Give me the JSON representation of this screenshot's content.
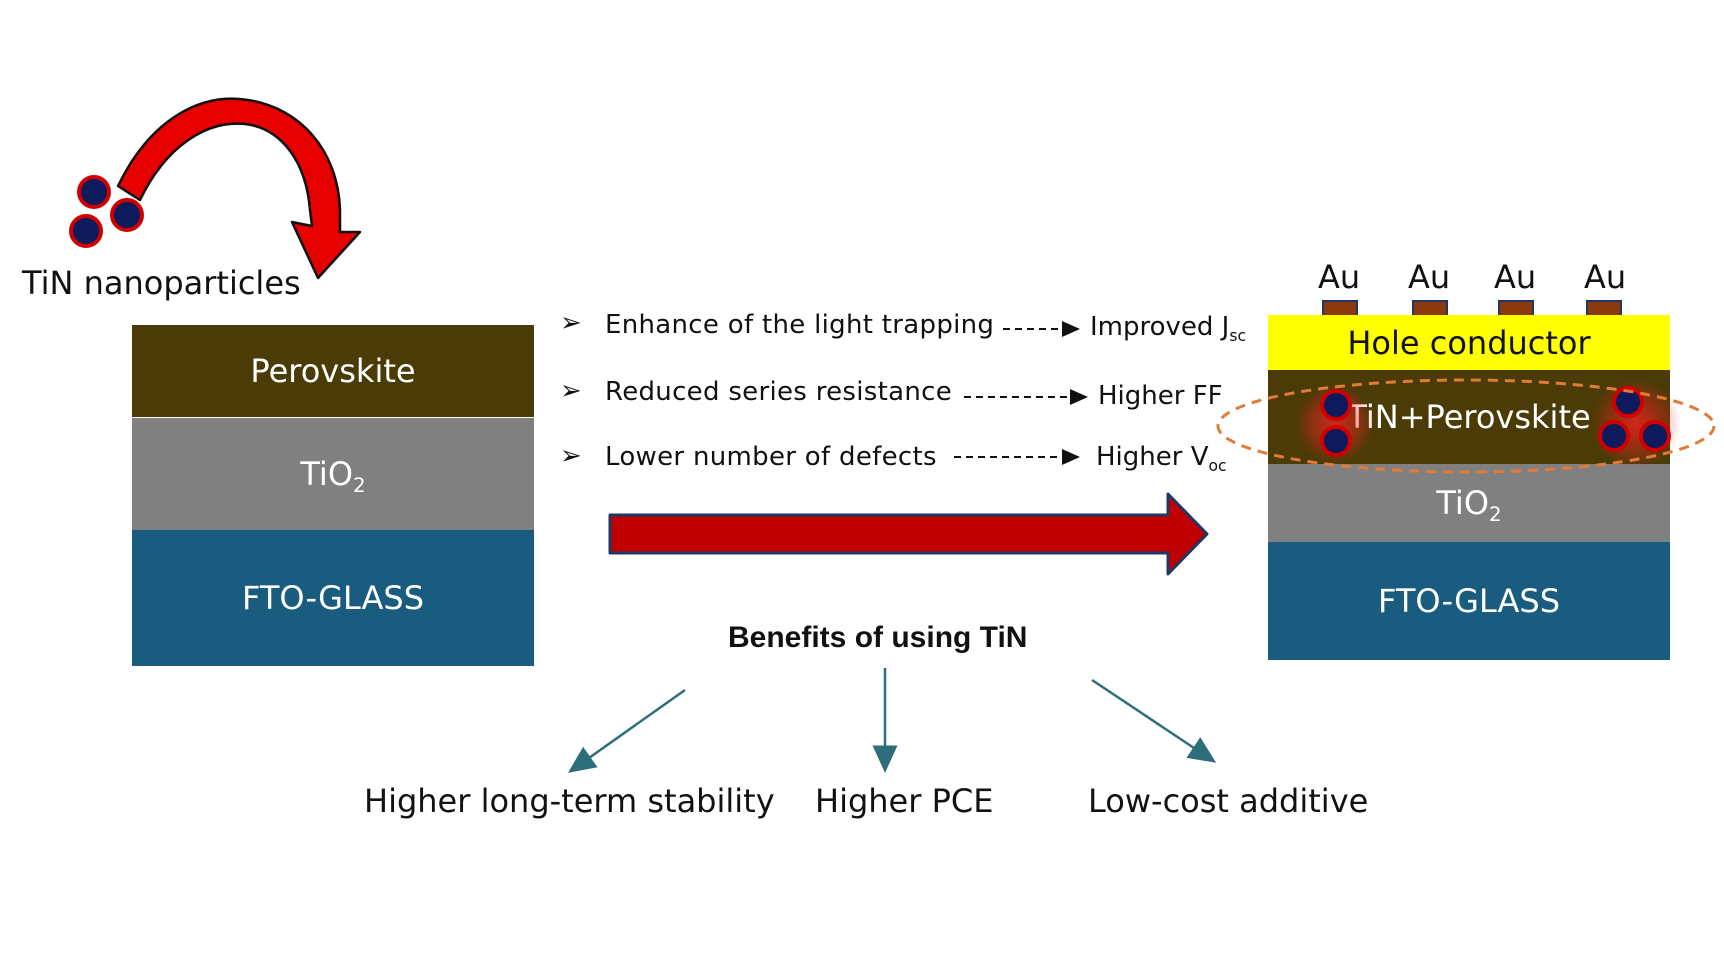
{
  "left_stack": {
    "nanoparticles_label": "TiN nanoparticles",
    "layers": {
      "perovskite": "Perovskite",
      "tio2_base": "TiO",
      "tio2_sub": "2",
      "fto": "FTO-GLASS"
    }
  },
  "benefits": {
    "bullet_glyph": "➢",
    "rows": [
      {
        "cause": "Enhance of the light trapping",
        "effect_base": "Improved J",
        "effect_sub": "sc"
      },
      {
        "cause": "Reduced series resistance",
        "effect_base": "Higher FF",
        "effect_sub": ""
      },
      {
        "cause": "Lower number of defects",
        "effect_base": "Higher V",
        "effect_sub": "oc"
      }
    ],
    "title": "Benefits of using TiN",
    "outcomes": [
      "Higher long-term stability",
      "Higher PCE",
      "Low-cost additive"
    ]
  },
  "right_stack": {
    "contacts": [
      "Au",
      "Au",
      "Au",
      "Au"
    ],
    "layers": {
      "hole_conductor": "Hole conductor",
      "tin_perovskite": "TiN+Perovskite",
      "tio2_base": "TiO",
      "tio2_sub": "2",
      "fto": "FTO-GLASS"
    }
  },
  "colors": {
    "perovskite": "#4a3b07",
    "tio2": "#808080",
    "fto": "#1a5c80",
    "hole_conductor": "#ffff00",
    "au_contact": "#8b3a10",
    "arrow_red": "#c00000",
    "arrow_stroke": "#1f3864",
    "particle_fill": "#0d1a5c",
    "particle_ring": "#d00000",
    "ellipse_dash": "#e07b39",
    "pointer_arrow": "#2e6e7a"
  }
}
